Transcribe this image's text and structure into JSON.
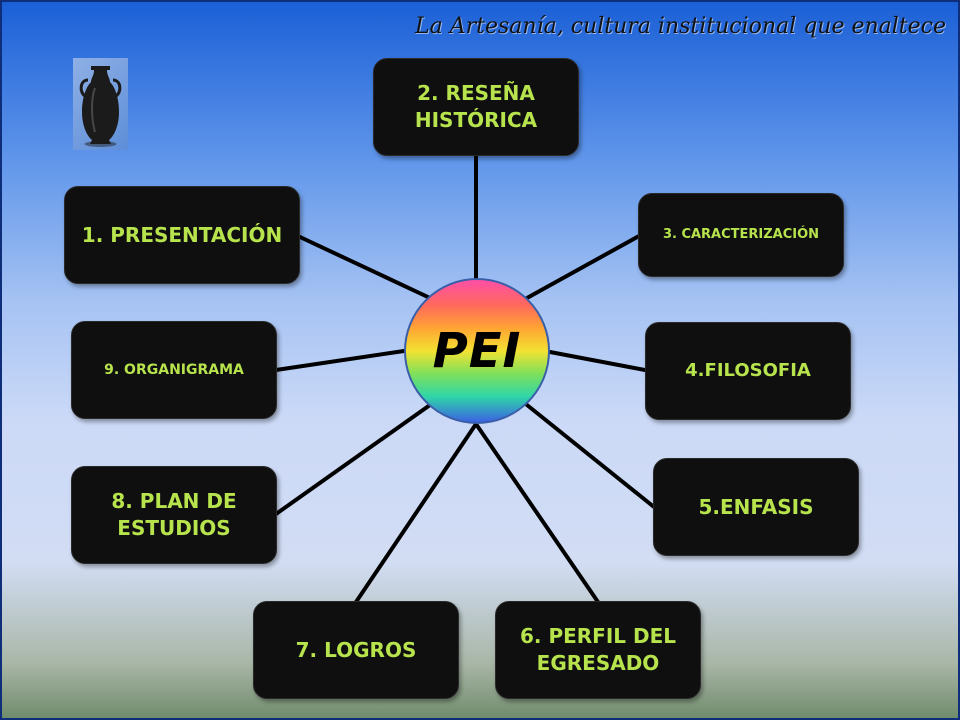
{
  "slide": {
    "title": "La Artesanía, cultura institucional que enaltece"
  },
  "diagram": {
    "center": "PEI",
    "nodes": {
      "presentacion": "1. PRESENTACIÓN",
      "resena": "2. RESEÑA HISTÓRICA",
      "caracterizacion": "3. CARACTERIZACIÓN",
      "filosofia": "4.FILOSOFIA",
      "enfasis": "5.ENFASIS",
      "perfil": "6. PERFIL DEL EGRESADO",
      "logros": "7. LOGROS",
      "plan": "8. PLAN DE ESTUDIOS",
      "organigrama": "9. ORGANIGRAMA"
    }
  },
  "colors": {
    "node_text": "#b7e34c",
    "node_fill": "#0f0f10"
  },
  "icons": {
    "vase": "vase-icon"
  }
}
